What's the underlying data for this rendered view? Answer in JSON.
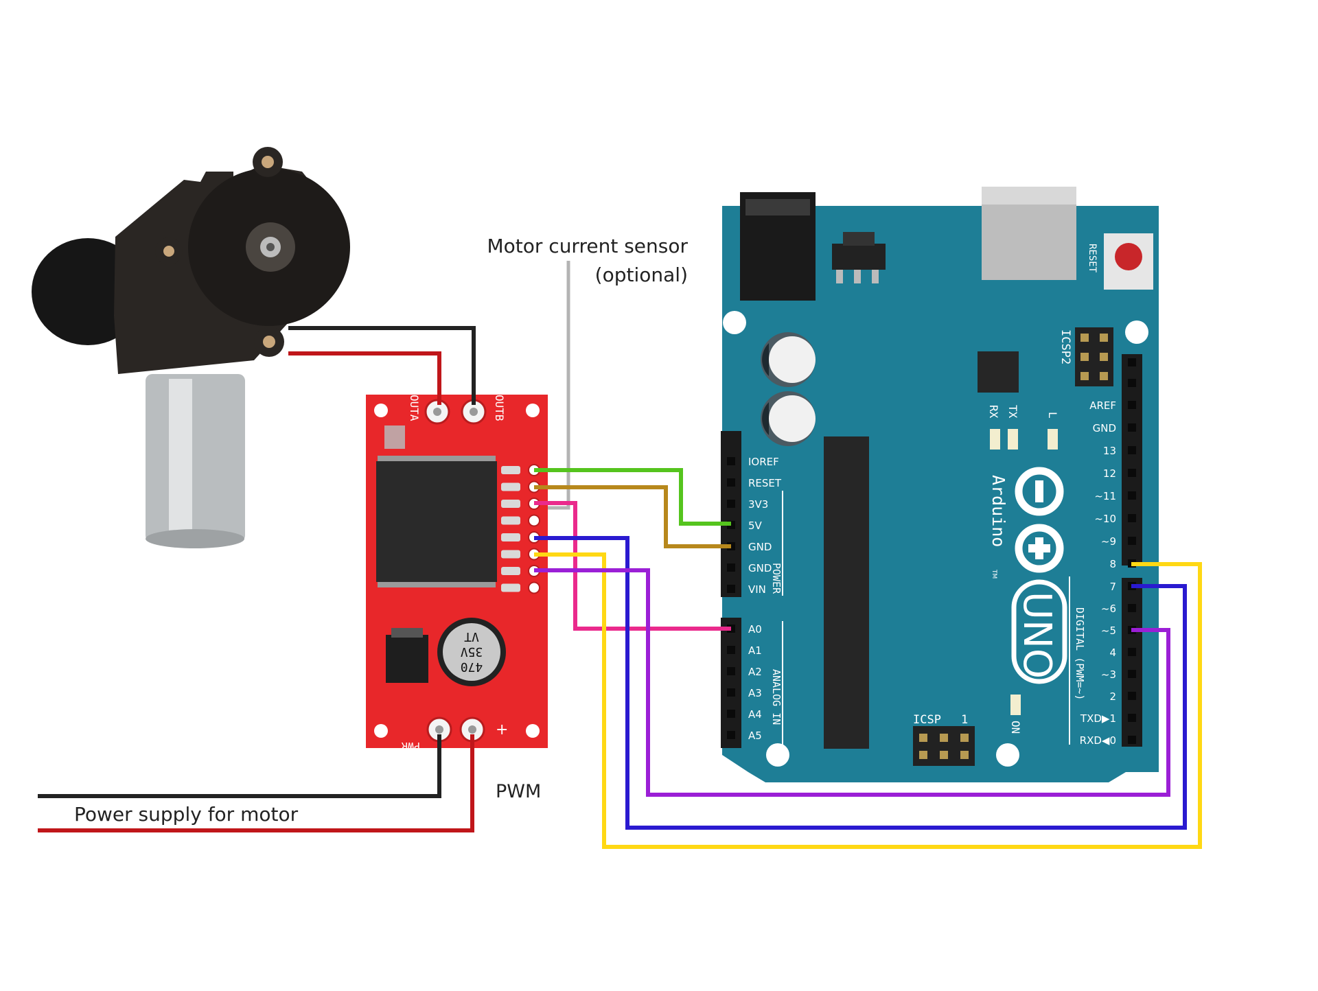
{
  "captions": {
    "sensor_line1": "Motor current sensor",
    "sensor_line2": "(optional)",
    "pwm": "PWM",
    "power": "Power supply for motor"
  },
  "driver": {
    "outa": "OUTA",
    "outb": "OUTB",
    "pwr": "PWR",
    "plus": "+",
    "cap_line1": "470",
    "cap_line2": "35V",
    "cap_line3": "VT"
  },
  "arduino": {
    "reset": "RESET",
    "icsp2": "ICSP2",
    "icsp": "ICSP",
    "icsp_one": "1",
    "rx": "RX",
    "tx": "TX",
    "l": "L",
    "on": "ON",
    "brand": "Arduino",
    "tm": "TM",
    "model": "UNO",
    "power_section": "POWER",
    "analog_section": "ANALOG IN",
    "digital_section": "DIGITAL (PWM=~)",
    "power_pins": [
      "IOREF",
      "RESET",
      "3V3",
      "5V",
      "GND",
      "GND",
      "VIN"
    ],
    "analog_pins": [
      "A0",
      "A1",
      "A2",
      "A3",
      "A4",
      "A5"
    ],
    "digital_top": [
      "AREF",
      "GND",
      "13",
      "12",
      "~11",
      "~10",
      "~9",
      "8"
    ],
    "digital_bottom": [
      "7",
      "~6",
      "~5",
      "4",
      "~3",
      "2",
      "TXD▶1",
      "RXD◀0"
    ]
  },
  "colors": {
    "board_blue": "#1e7e96",
    "driver_red": "#e8272a",
    "wire_black": "#222222",
    "wire_red": "#c0161a",
    "wire_green": "#55c41e",
    "wire_brown": "#b7881c",
    "wire_pink": "#ea2a8c",
    "wire_blue": "#2a1ad0",
    "wire_yellow": "#ffd814",
    "wire_purple": "#9b1fd6",
    "wire_gray": "#b4b4b4"
  }
}
